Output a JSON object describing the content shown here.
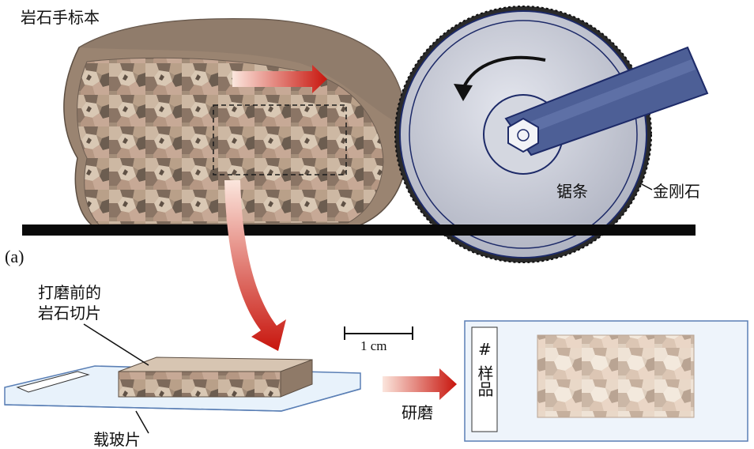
{
  "labels": {
    "rock_specimen": "岩石手标本",
    "figure_tag": "(a)",
    "saw_blade": "锯条",
    "diamond": "金刚石",
    "slab_line1": "打磨前的",
    "slab_line2": "岩石切片",
    "scale_bar": "1 cm",
    "grinding": "研磨",
    "glass_slide": "载玻片",
    "sample_mark": "#",
    "sample_text": "样品"
  },
  "colors": {
    "arrow_dark": "#c8150d",
    "arrow_light": "#fbe6dd",
    "blade": "#c9ccd6",
    "blade_rim": "#1d2a68",
    "arm": "#4d5f96",
    "ground": "#0a0a0a",
    "slide_frame": "#5a7fb5"
  }
}
